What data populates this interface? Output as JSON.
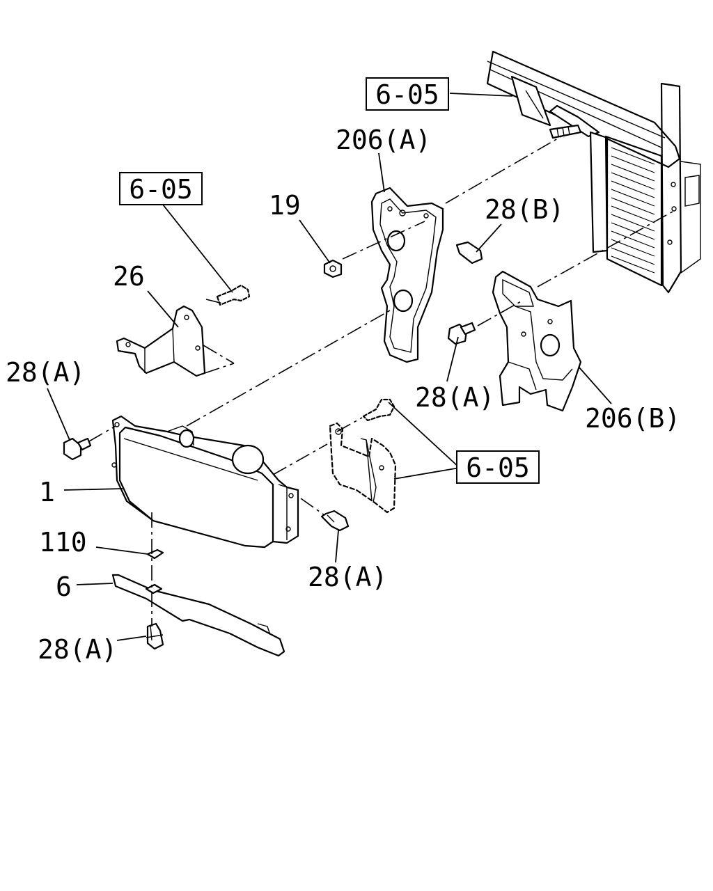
{
  "ref_boxes": [
    "6-05",
    "6-05",
    "6-05"
  ],
  "callouts": [
    "206(A)",
    "19",
    "28(B)",
    "26",
    "28(A)",
    "28(A)",
    "206(B)",
    "1",
    "28(A)",
    "110",
    "6",
    "28(A)"
  ]
}
